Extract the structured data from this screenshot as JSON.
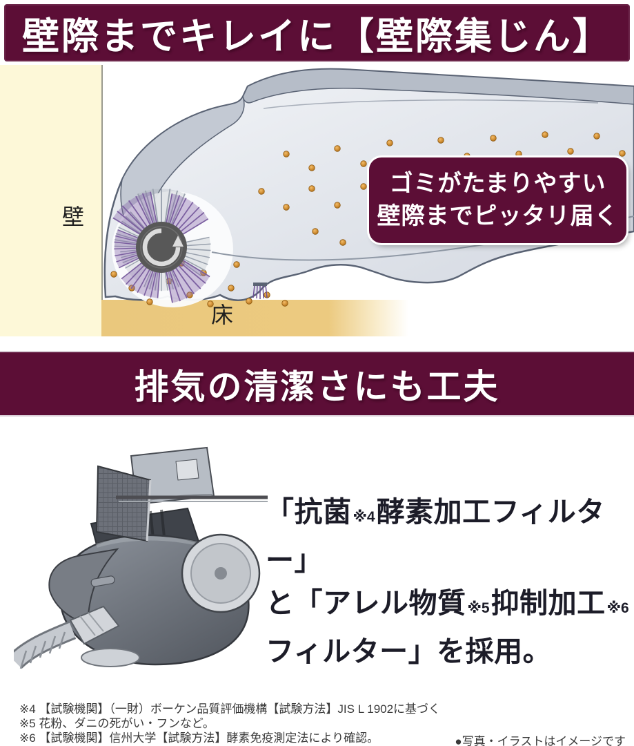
{
  "accent_color": "#5c0e36",
  "banner_top": {
    "title": "壁際までキレイに【壁際集じん】"
  },
  "wall_scene": {
    "wall_label": "壁",
    "floor_label": "床",
    "callout": {
      "line1": "ゴミがたまりやすい",
      "line2": "壁際までピッタリ届く"
    }
  },
  "banner_exhaust": {
    "title": "排気の清潔さにも工夫"
  },
  "filter_section": {
    "line1": {
      "seg1": "「抗菌",
      "ref1": "※4",
      "seg2": "酵素加工フィルター」"
    },
    "line2": {
      "seg1": "と「アレル物質",
      "ref1": "※5",
      "seg2": "抑制加工",
      "ref2": "※6"
    },
    "line3": {
      "seg1": "フィルター」を採用。"
    }
  },
  "footnotes": {
    "fn4": "※4 【試験機関】（一財）ボーケン品質評価機構【試験方法】JIS L 1902に基づく",
    "fn5": "※5 花粉、ダニの死がい・フンなど。",
    "fn6": "※6 【試験機関】信州大学【試験方法】酵素免疫測定法により確認。",
    "image_note": "●写真・イラストはイメージです"
  }
}
